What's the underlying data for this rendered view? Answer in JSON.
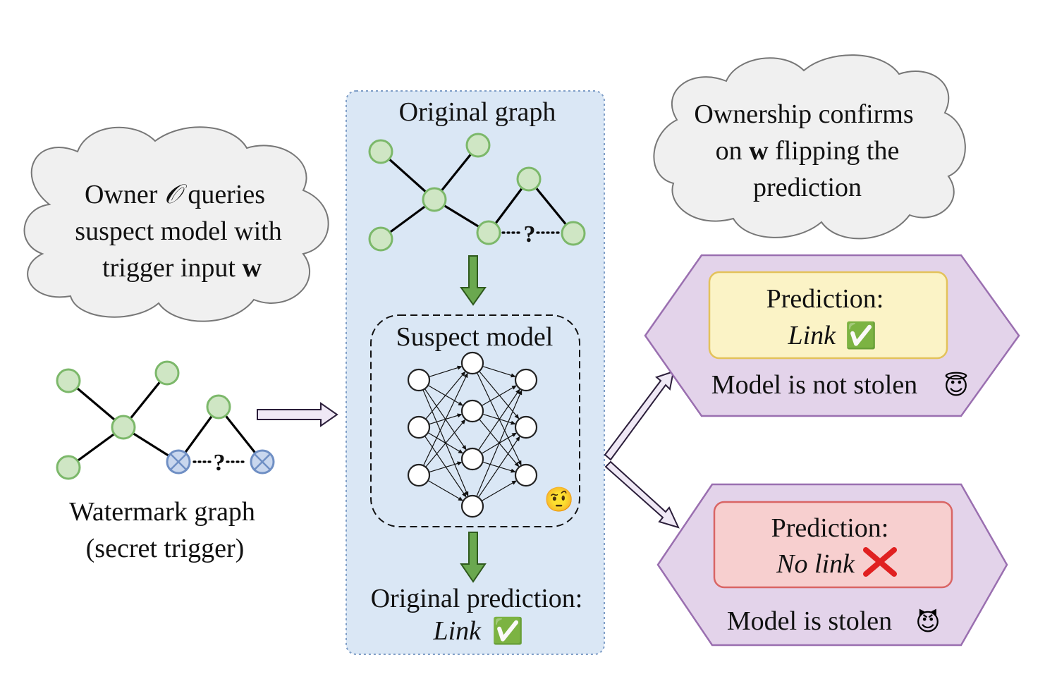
{
  "clouds": {
    "owner_query": {
      "line1_pre": "Owner ",
      "line1_sym": "𝒪",
      "line1_post": " queries",
      "line2": "suspect model with",
      "line3_pre": "trigger input ",
      "line3_bold": "w"
    },
    "ownership": {
      "line1": "Ownership confirms",
      "line2_pre": "on ",
      "line2_bold": "w",
      "line2_post": " flipping the",
      "line3": "prediction"
    }
  },
  "watermark": {
    "question_mark": "?",
    "caption_line1": "Watermark graph",
    "caption_line2": "(secret trigger)"
  },
  "center_panel": {
    "title": "Original graph",
    "question_mark": "?",
    "model_label": "Suspect model",
    "model_emoji": "🤨",
    "orig_pred_label": "Original prediction:",
    "orig_pred_value": "Link",
    "orig_pred_mark": "✅"
  },
  "outcomes": {
    "not_stolen": {
      "pred_label": "Prediction:",
      "pred_value": "Link",
      "pred_mark": "✅",
      "verdict": "Model is not stolen",
      "verdict_emoji": "😇"
    },
    "stolen": {
      "pred_label": "Prediction:",
      "pred_value": "No link",
      "pred_mark": "❌",
      "verdict": "Model is stolen",
      "verdict_emoji": "😈"
    }
  },
  "colors": {
    "panel_fill": "#dae7f5",
    "panel_border": "#7f9ec7",
    "hexagon_fill": "#e3d3ea",
    "hexagon_border": "#9a6fb0",
    "yes_box_fill": "#fbf3c6",
    "yes_box_border": "#e3c25a",
    "no_box_fill": "#f7cfcf",
    "no_box_border": "#d96565",
    "green_arrow": "#6aa84f",
    "purple_arrow": "#8e6bb0"
  }
}
